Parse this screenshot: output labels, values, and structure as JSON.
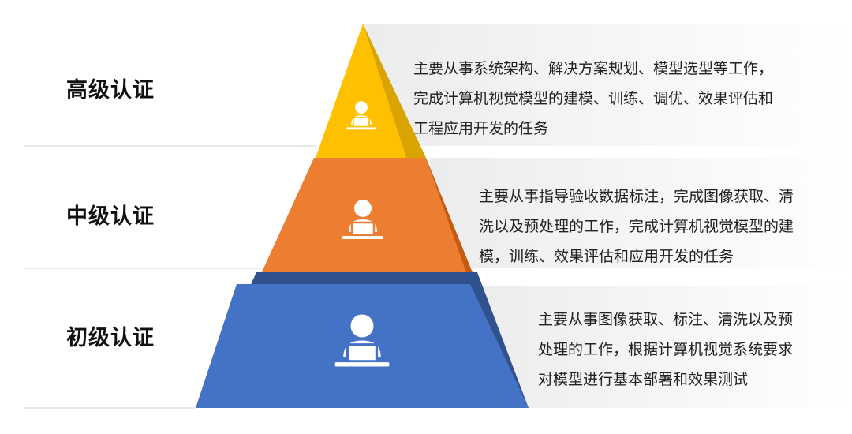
{
  "levels": [
    {
      "title": "高级认证",
      "color": "#FFC000",
      "desc_lines": [
        "主要从事系统架构、解决方案规划、模型选型等工作，",
        "完成计算机视觉模型的建模、训练、调优、效果评估和",
        "工程应用开发的任务"
      ],
      "icon": "person-at-laptop-icon"
    },
    {
      "title": "中级认证",
      "color": "#ED7D31",
      "desc_lines": [
        "主要从事指导验收数据标注，完成图像获取、清",
        "洗以及预处理的工作，完成计算机视觉模型的建",
        "模，训练、效果评估和应用开发的任务"
      ],
      "icon": "person-at-laptop-icon"
    },
    {
      "title": "初级认证",
      "color": "#4472C4",
      "desc_lines": [
        "主要从事图像获取、标注、清洗以及预",
        "处理的工作，根据计算机视觉系统要求",
        "对模型进行基本部署和效果测试"
      ],
      "icon": "person-at-laptop-icon"
    }
  ]
}
